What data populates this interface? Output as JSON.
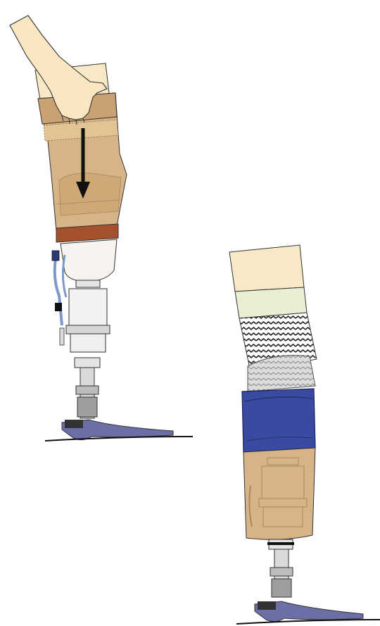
{
  "figure": {
    "left_assembly": {
      "parts": [
        "hand",
        "liner-top",
        "socket",
        "arrow",
        "ring-band",
        "knit-cup",
        "valve-tube",
        "knee-joint",
        "pylon-adapter",
        "pylon",
        "foot"
      ]
    },
    "right_assembly": {
      "parts": [
        "liner-top",
        "liner-band",
        "knit-sock",
        "sock-fold",
        "blue-sleeve",
        "socket",
        "pylon-adapter",
        "pylon",
        "foot"
      ]
    },
    "colors": {
      "skin": "#fae6c0",
      "liner": "#f8e9c6",
      "liner_band": "#e9efd2",
      "socket": "#d7b487",
      "socket_dark": "#c69b66",
      "ring": "#a5512d",
      "sleeve": "#3a4aa0",
      "foot": "#6b6fa6",
      "metal": "#e4e4e4",
      "tube": "#7e98c9",
      "outline": "#111111"
    }
  }
}
